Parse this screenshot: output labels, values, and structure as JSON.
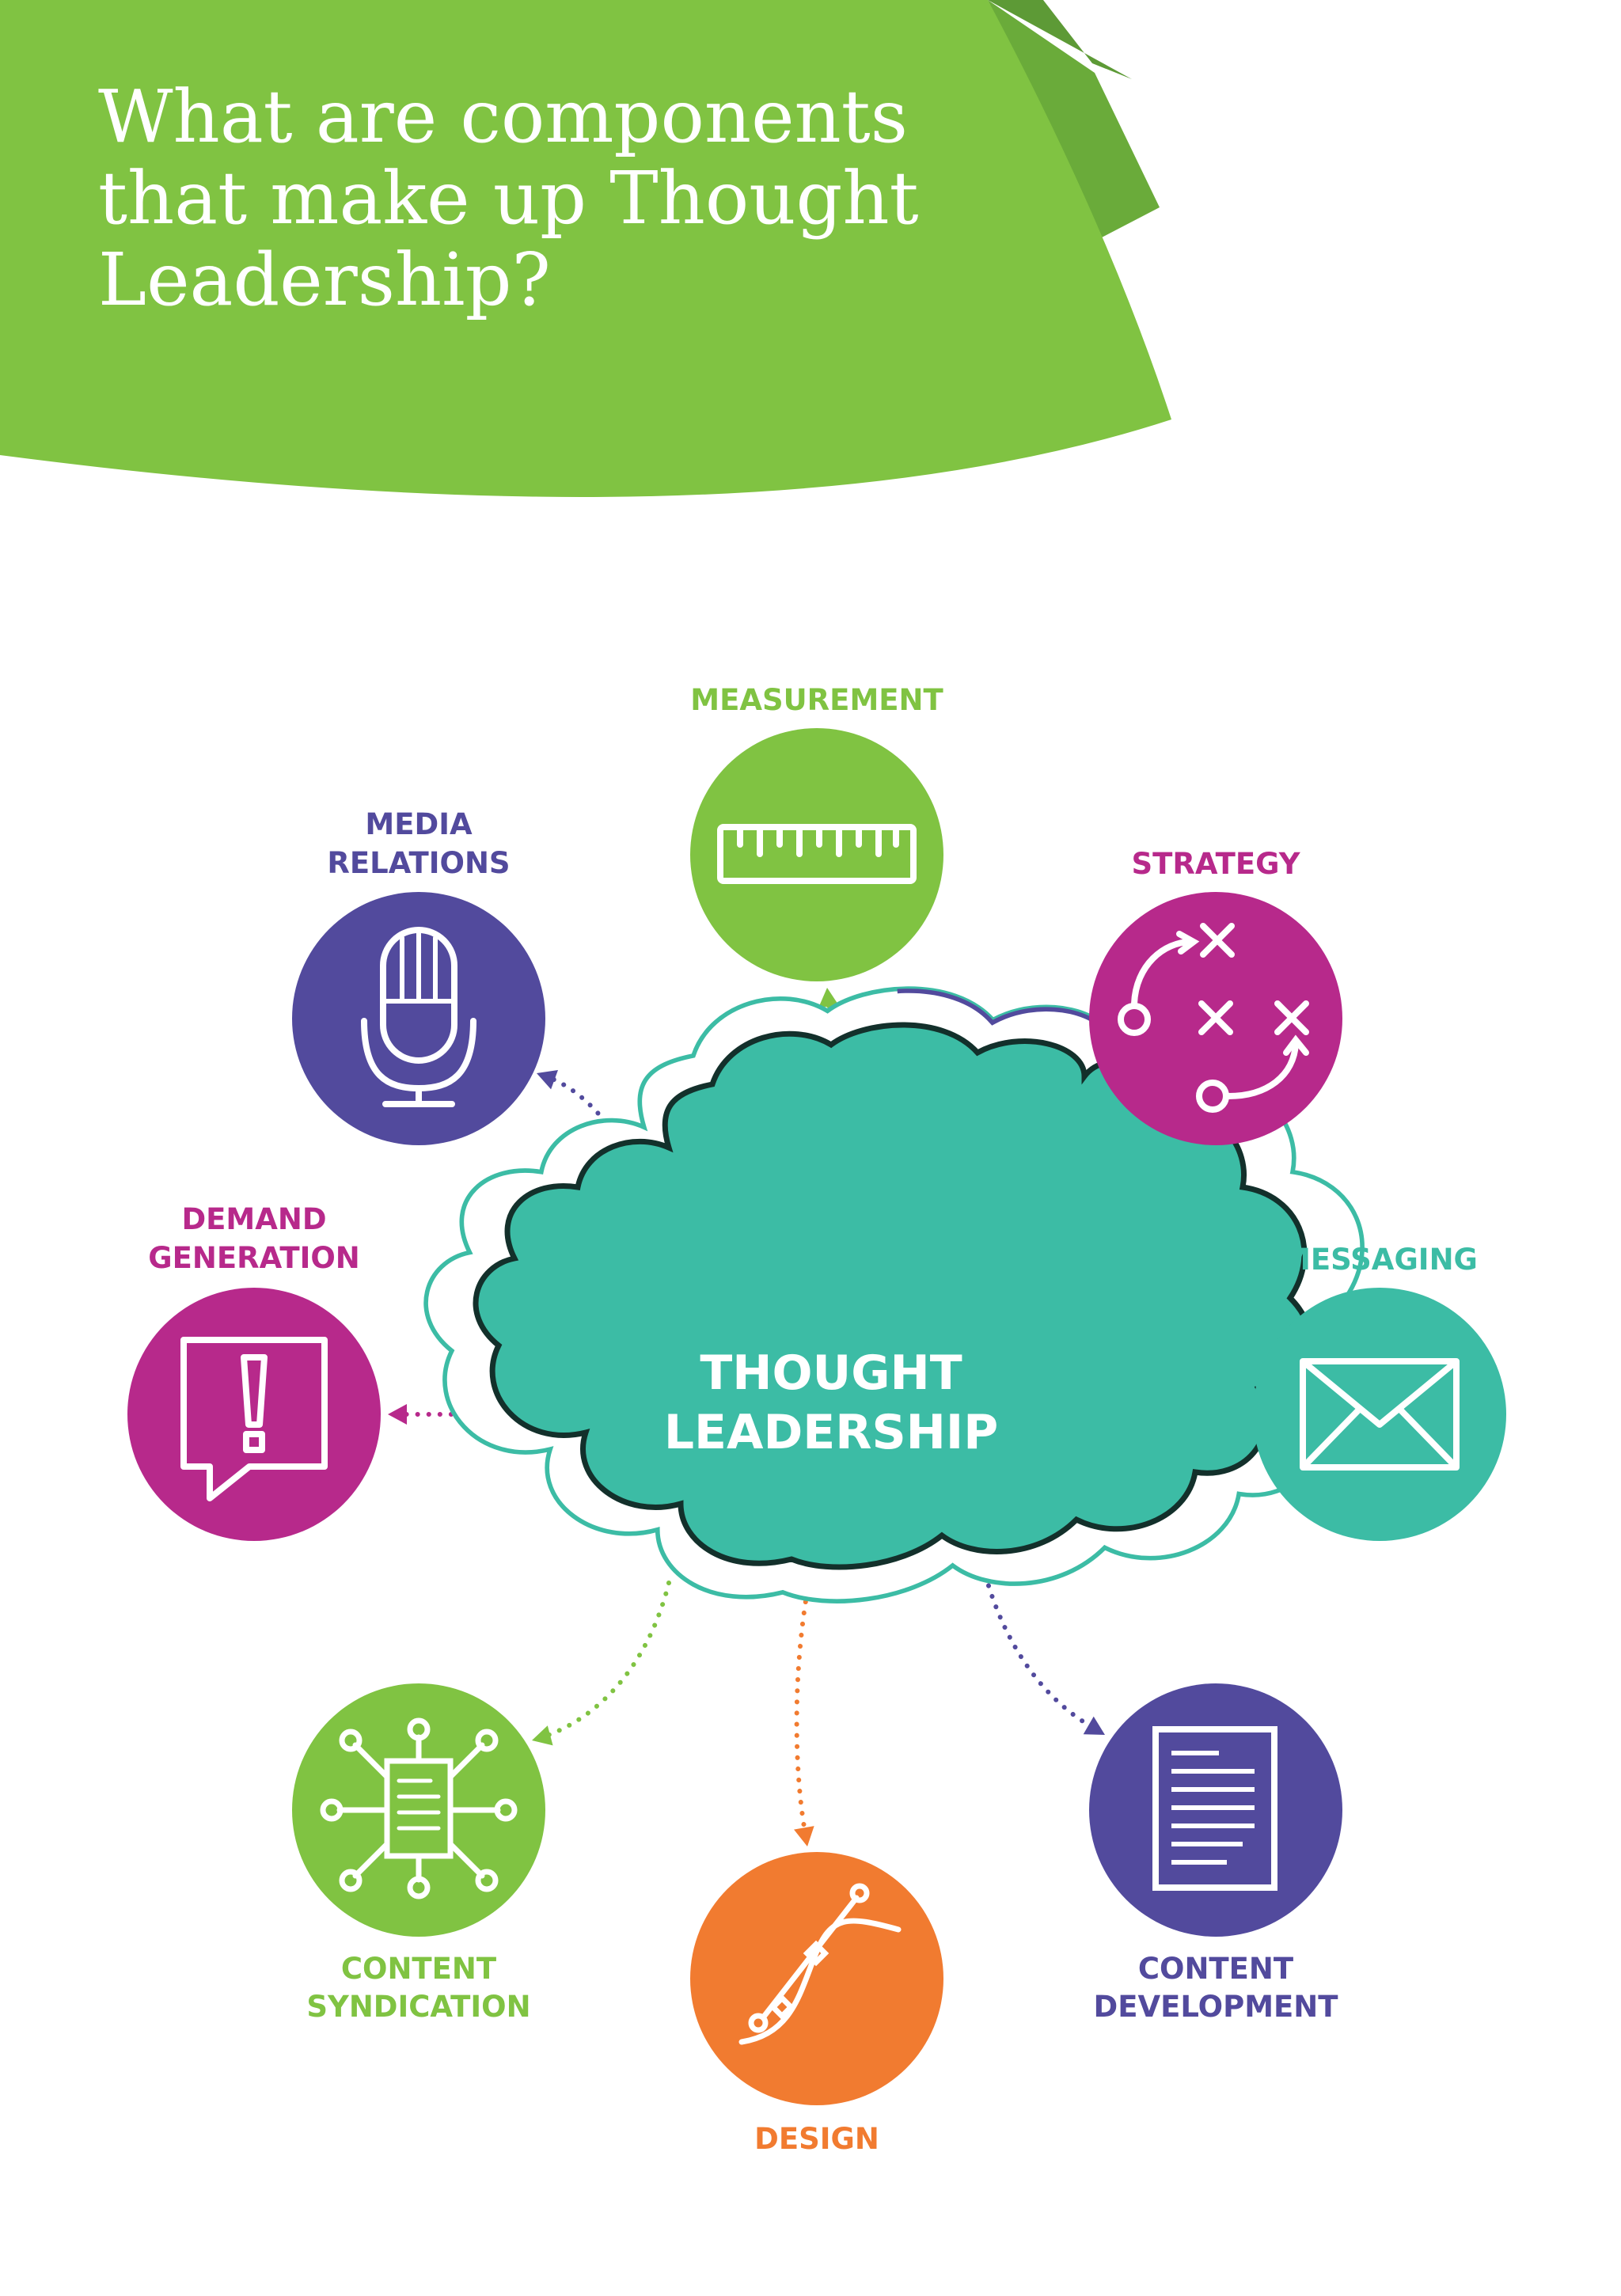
{
  "header": {
    "title_lines": [
      "What are components",
      "that make up Thought",
      "Leadership?"
    ]
  },
  "center": {
    "label_lines": [
      "THOUGHT",
      "LEADERSHIP"
    ],
    "fill": "#3cbca5"
  },
  "colors": {
    "green": "#80c342",
    "purple": "#524a9d",
    "magenta": "#b7298b",
    "teal": "#3cbca5",
    "orange": "#f17b30"
  },
  "components": [
    {
      "key": "measurement",
      "label_lines": [
        "MEASUREMENT"
      ],
      "color": "#80c342",
      "icon": "ruler-icon"
    },
    {
      "key": "strategy",
      "label_lines": [
        "STRATEGY"
      ],
      "color": "#b7298b",
      "icon": "strategy-play-icon"
    },
    {
      "key": "messaging",
      "label_lines": [
        "MESSAGING"
      ],
      "color": "#3cbca5",
      "icon": "envelope-icon"
    },
    {
      "key": "content-development",
      "label_lines": [
        "CONTENT",
        "DEVELOPMENT"
      ],
      "color": "#524a9d",
      "icon": "document-icon"
    },
    {
      "key": "design",
      "label_lines": [
        "DESIGN"
      ],
      "color": "#f17b30",
      "icon": "bezier-curve-icon"
    },
    {
      "key": "content-syndication",
      "label_lines": [
        "CONTENT",
        "SYNDICATION"
      ],
      "color": "#80c342",
      "icon": "network-document-icon"
    },
    {
      "key": "demand-generation",
      "label_lines": [
        "DEMAND",
        "GENERATION"
      ],
      "color": "#b7298b",
      "icon": "alert-speech-bubble-icon"
    },
    {
      "key": "media-relations",
      "label_lines": [
        "MEDIA",
        "RELATIONS"
      ],
      "color": "#524a9d",
      "icon": "microphone-icon"
    }
  ]
}
